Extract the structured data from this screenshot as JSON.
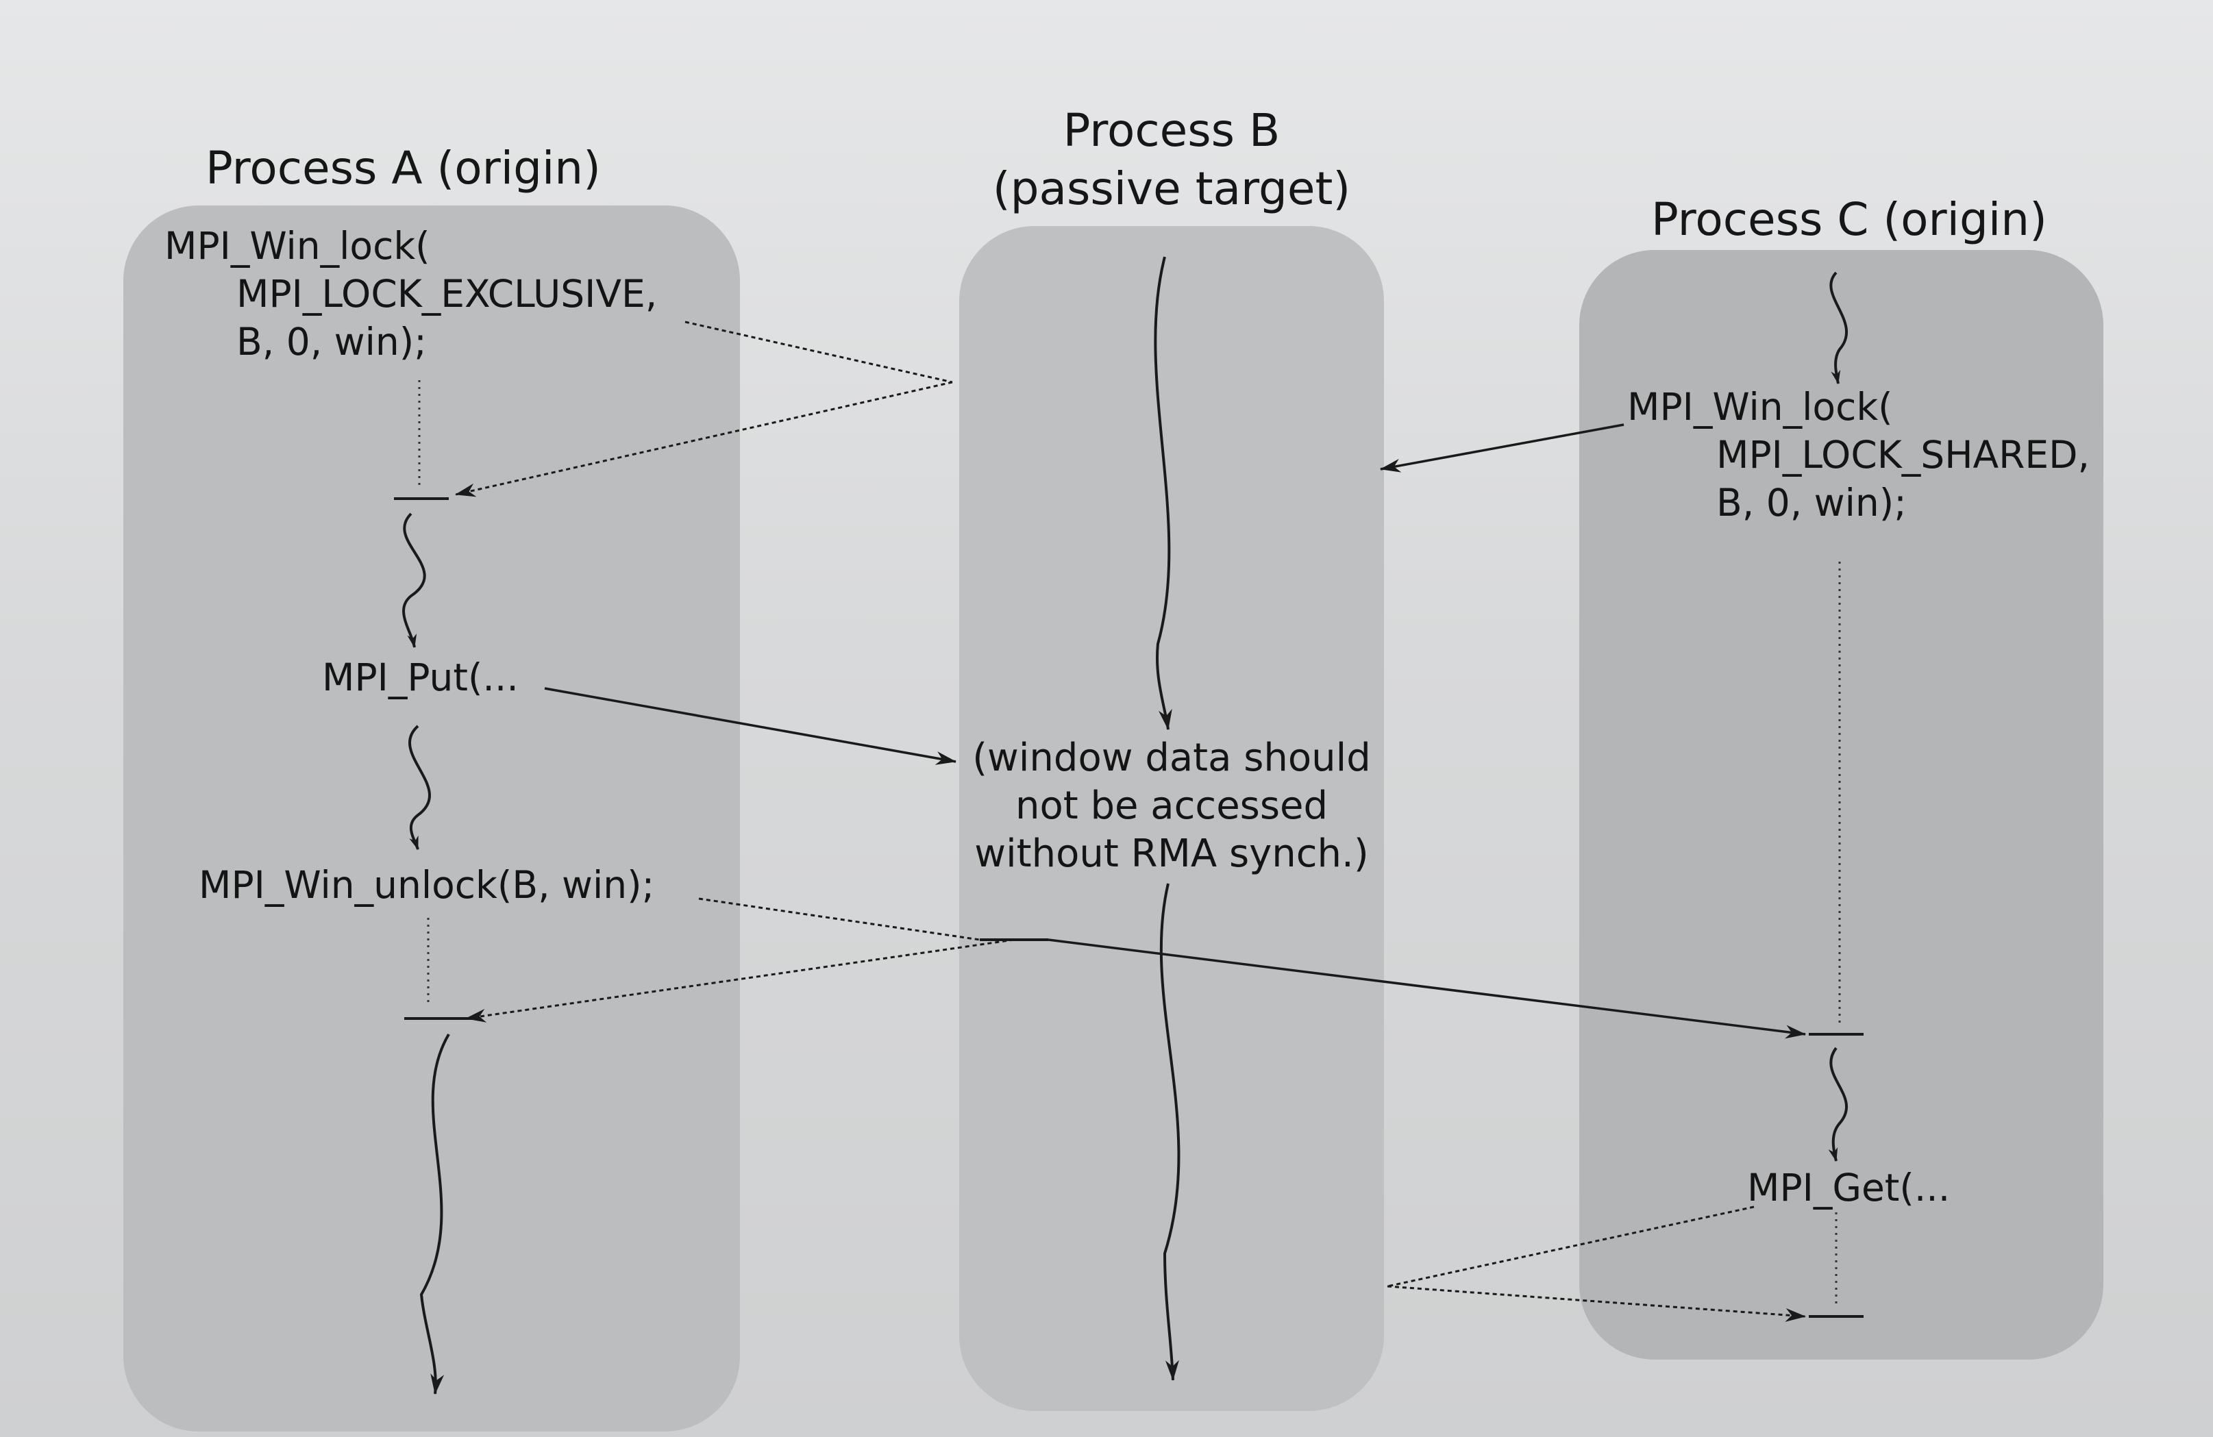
{
  "headings": {
    "process_a": "Process A (origin)",
    "process_b_line1": "Process B",
    "process_b_line2": "(passive target)",
    "process_c": "Process C (origin)"
  },
  "process_a": {
    "lock_line1": "MPI_Win_lock(",
    "lock_line2": "MPI_LOCK_EXCLUSIVE,",
    "lock_line3": "B, 0, win);",
    "put": "MPI_Put(...",
    "unlock": "MPI_Win_unlock(B, win);"
  },
  "process_b": {
    "note_line1": "(window data should",
    "note_line2": "not be accessed",
    "note_line3": "without RMA synch.)"
  },
  "process_c": {
    "lock_line1": "MPI_Win_lock(",
    "lock_line2": "MPI_LOCK_SHARED,",
    "lock_line3": "B, 0, win);",
    "get": "MPI_Get(..."
  },
  "colors": {
    "lane_a": "#bcbdbe",
    "lane_b": "#bfc0c1",
    "lane_c": "#b4b5b6",
    "ink": "#1a1a1a"
  }
}
